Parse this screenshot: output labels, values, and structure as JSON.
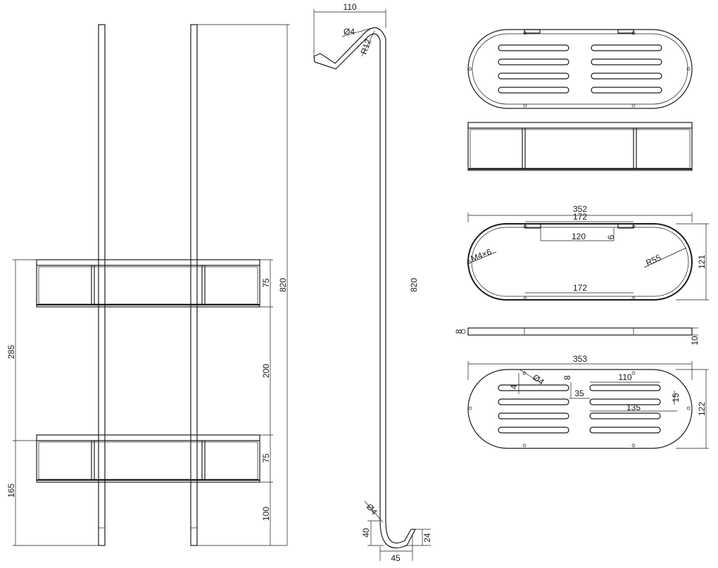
{
  "front_view": {
    "dims": {
      "total_height": "820",
      "basket_depth_top": "75",
      "gap_between": "200",
      "basket_depth_bottom": "75",
      "bottom_clearance": "100",
      "left_upper": "285",
      "left_lower": "165"
    }
  },
  "hook_rod": {
    "dims": {
      "top_width": "110",
      "rod_diameter_top": "Ø4",
      "bend_radius": "R12",
      "rod_length": "820",
      "rod_diameter_bottom": "Ø4",
      "hook_height": "40",
      "hook_width": "45",
      "hook_depth": "24"
    }
  },
  "frame_top_view": {
    "dims": {
      "outer_length": "352",
      "top_span": "172",
      "inner_span": "120",
      "tab": "6",
      "screw": "M4×6",
      "end_radius": "R55",
      "width": "121",
      "bottom_span": "172"
    }
  },
  "frame_side_view": {
    "dims": {
      "thickness": "10",
      "rod": "8"
    }
  },
  "plate_view": {
    "dims": {
      "length": "353",
      "hole": "Ø4",
      "offset_a": "4",
      "offset_b": "8",
      "slot_length": "110",
      "slot_gap": "35",
      "slot_long": "135",
      "slot_width": "15",
      "width": "122"
    }
  }
}
